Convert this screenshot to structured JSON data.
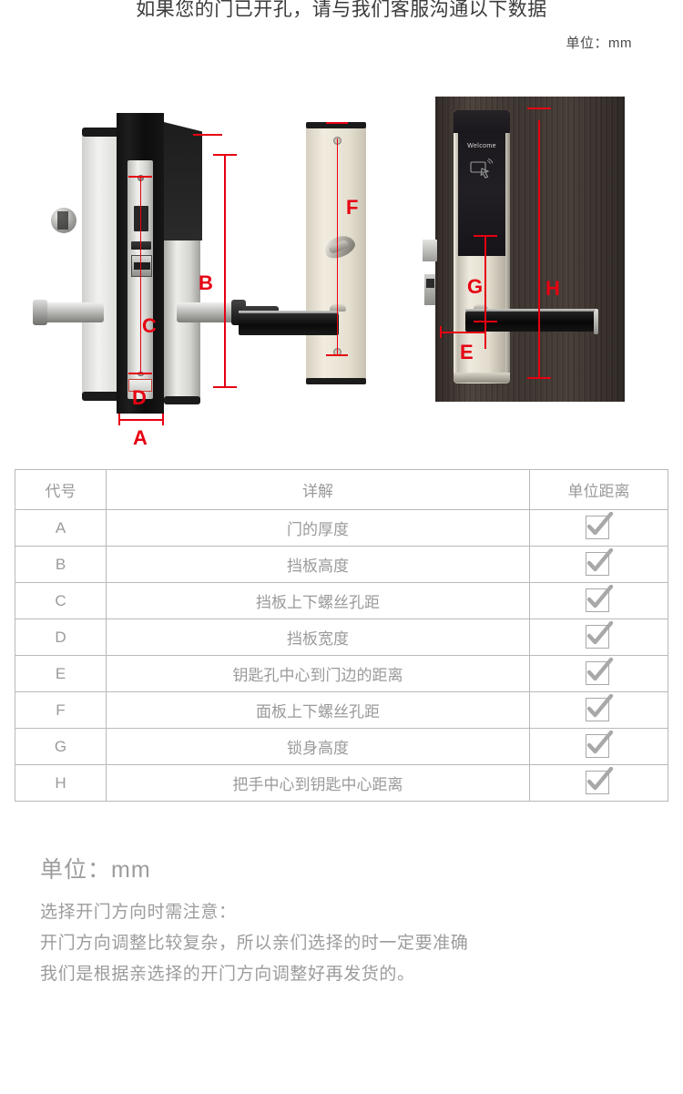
{
  "header": {
    "title": "如果您的门已开孔，请与我们客服沟通以下数据",
    "unit_note": "单位：mm"
  },
  "figures": {
    "left": {
      "name": "锁体侧视图",
      "markers": [
        {
          "id": "A",
          "label": "A"
        },
        {
          "id": "B",
          "label": "B"
        },
        {
          "id": "C",
          "label": "C"
        },
        {
          "id": "D",
          "label": "D"
        }
      ]
    },
    "middle": {
      "name": "面板正视图",
      "markers": [
        {
          "id": "F",
          "label": "F"
        }
      ]
    },
    "right": {
      "name": "门上安装示意图",
      "screen_text": "Welcome",
      "markers": [
        {
          "id": "E",
          "label": "E"
        },
        {
          "id": "G",
          "label": "G"
        },
        {
          "id": "H",
          "label": "H"
        }
      ]
    }
  },
  "table": {
    "headers": [
      "代号",
      "详解",
      "单位距离"
    ],
    "rows": [
      {
        "code": "A",
        "detail": "门的厚度",
        "unit": "checked"
      },
      {
        "code": "B",
        "detail": "挡板高度",
        "unit": "checked"
      },
      {
        "code": "C",
        "detail": "挡板上下螺丝孔距",
        "unit": "checked"
      },
      {
        "code": "D",
        "detail": "挡板宽度",
        "unit": "checked"
      },
      {
        "code": "E",
        "detail": "钥匙孔中心到门边的距离",
        "unit": "checked"
      },
      {
        "code": "F",
        "detail": "面板上下螺丝孔距",
        "unit": "checked"
      },
      {
        "code": "G",
        "detail": "锁身高度",
        "unit": "checked"
      },
      {
        "code": "H",
        "detail": "把手中心到钥匙中心距离",
        "unit": "checked"
      }
    ]
  },
  "footer": {
    "unit": "单位：mm",
    "lines": [
      "选择开门方向时需注意：",
      "开门方向调整比较复杂，所以亲们选择的时一定要准确",
      "我们是根据亲选择的开门方向调整好再发货的。"
    ]
  },
  "colors": {
    "marker_red": "#e60012",
    "table_border": "#b9b9b9",
    "text_grey": "#9c9c9c",
    "door_wood": "#3b332e",
    "panel_beige": "#e6e0d1"
  }
}
